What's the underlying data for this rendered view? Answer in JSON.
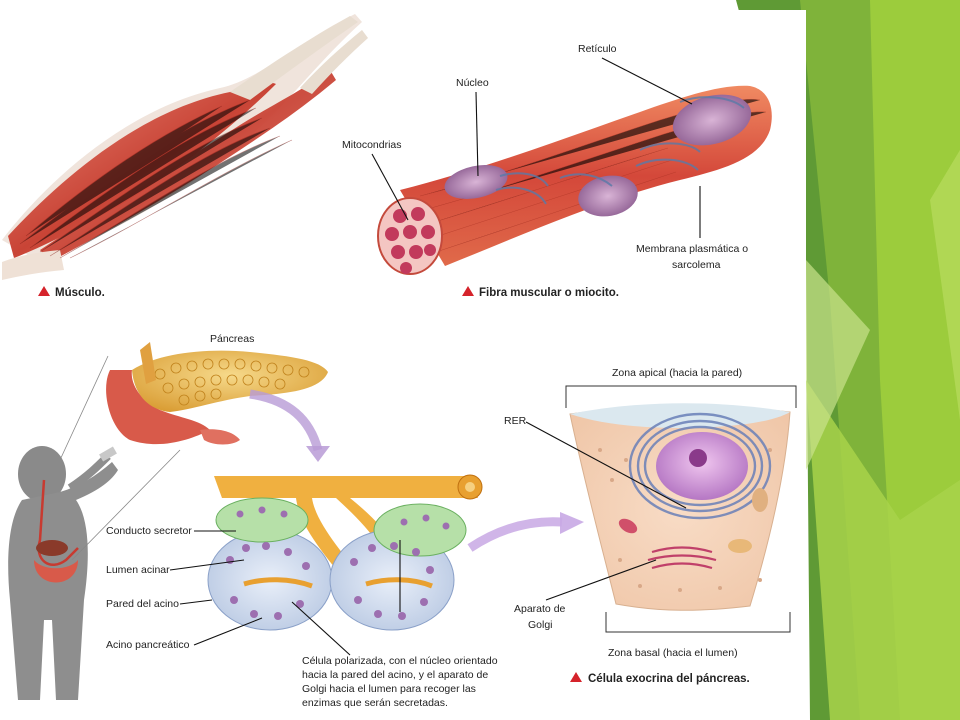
{
  "diagram": {
    "muscle_caption": "Músculo.",
    "fiber_caption": "Fibra muscular o miocito.",
    "labels": {
      "reticulo": "Retículo",
      "nucleo": "Núcleo",
      "mitocondrias": "Mitocondrias",
      "membrana_line1": "Membrana plasmática o",
      "membrana_line2": "sarcolema",
      "pancreas": "Páncreas",
      "zona_apical": "Zona apical (hacia la pared)",
      "rer": "RER",
      "conducto_secretor": "Conducto secretor",
      "lumen_acinar": "Lumen acinar",
      "pared_acino": "Pared del acino",
      "acino_pancreatico": "Acino pancreático",
      "aparato_line1": "Aparato de",
      "aparato_line2": "Golgi",
      "zona_basal": "Zona basal (hacia el lumen)",
      "celula_note": [
        "Célula polarizada, con el núcleo orientado",
        "hacia la pared del acino, y el aparato de",
        "Golgi hacia el lumen para recoger las",
        "enzimas que serán secretadas."
      ]
    },
    "exocrine_caption": "Célula exocrina del páncreas."
  },
  "colors": {
    "slide_green_light": "#9ccc3c",
    "slide_green_dark": "#5f9a35",
    "muscle_red": "#d8574a",
    "caption_triangle": "#d5232b",
    "pancreas_yellow": "#e8b84a",
    "cell_purple": "#9d6fb0"
  }
}
